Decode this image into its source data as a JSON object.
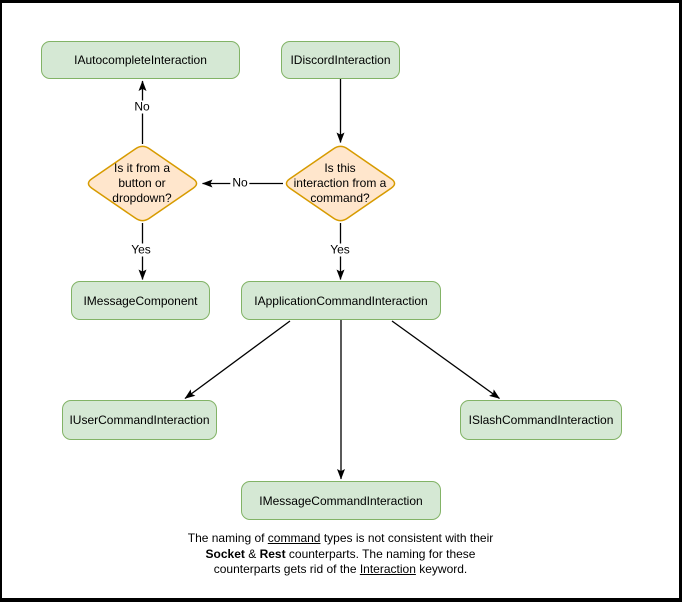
{
  "diagram": {
    "nodes": [
      {
        "id": "autocomplete_interaction",
        "label": "IAutocompleteInteraction"
      },
      {
        "id": "discord_interaction",
        "label": "IDiscordInteraction"
      },
      {
        "id": "message_component",
        "label": "IMessageComponent"
      },
      {
        "id": "application_command_interaction",
        "label": "IApplicationCommandInteraction"
      },
      {
        "id": "user_command_interaction",
        "label": "IUserCommandInteraction"
      },
      {
        "id": "slash_command_interaction",
        "label": "ISlashCommandInteraction"
      },
      {
        "id": "message_command_interaction",
        "label": "IMessageCommandInteraction"
      }
    ],
    "decisions": [
      {
        "id": "from_button_or_dropdown",
        "label": "Is it from a\nbutton or\ndropdown?"
      },
      {
        "id": "from_command",
        "label": "Is this\ninteraction from a\ncommand?"
      }
    ],
    "edge_labels": [
      {
        "id": "no_to_autocomplete",
        "text": "No"
      },
      {
        "id": "no_to_button_dropdown",
        "text": "No"
      },
      {
        "id": "yes_to_message_component",
        "text": "Yes"
      },
      {
        "id": "yes_to_application_command",
        "text": "Yes"
      }
    ],
    "note": {
      "segments": [
        {
          "text": "The naming of "
        },
        {
          "text": "command",
          "style": "underline"
        },
        {
          "text": " types is not consistent with their\n"
        },
        {
          "text": "Socket",
          "style": "bold"
        },
        {
          "text": " & "
        },
        {
          "text": "Rest",
          "style": "bold"
        },
        {
          "text": " counterparts. The naming for these\ncounterparts gets rid of the "
        },
        {
          "text": "Interaction",
          "style": "underline"
        },
        {
          "text": " keyword."
        }
      ]
    },
    "colors": {
      "node_fill": "#d5e8d4",
      "node_border": "#82b366",
      "decision_fill": "#ffe6cc",
      "decision_border": "#d79b00",
      "connector": "#000000",
      "canvas": "#ffffff",
      "frame": "#000000"
    }
  }
}
